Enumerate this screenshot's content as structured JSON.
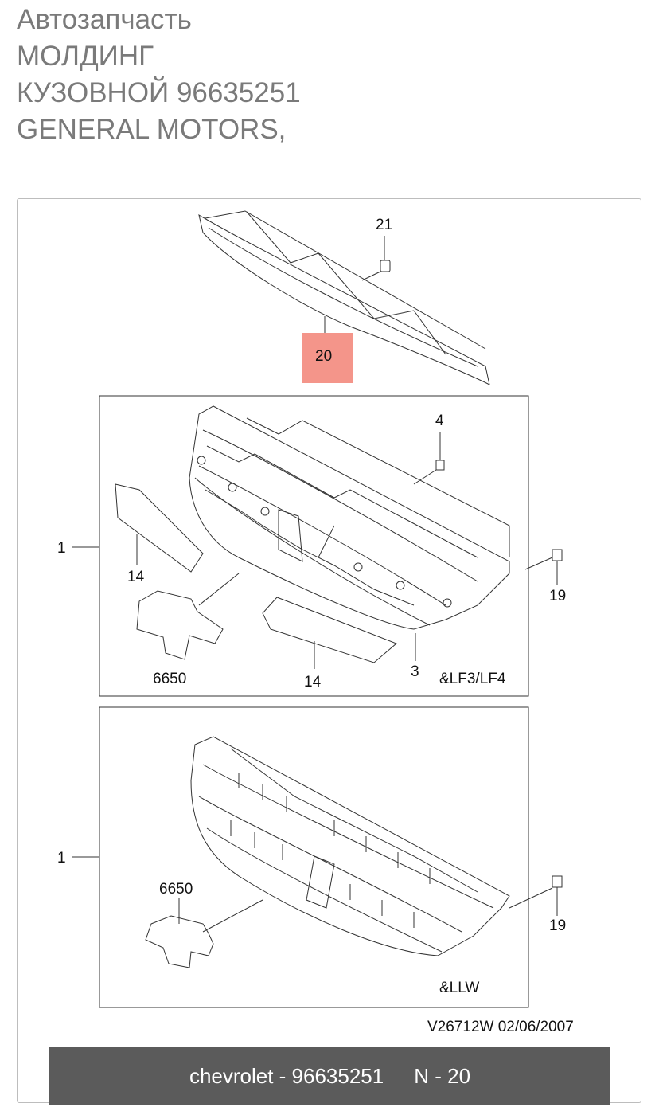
{
  "title_lines": [
    "Автозапчасть",
    "МОЛДИНГ",
    "КУЗОВНОЙ 96635251",
    "GENERAL MOTORS,"
  ],
  "diagram": {
    "callouts": {
      "part_21": "21",
      "part_20": "20",
      "part_4": "4",
      "part_1_top": "1",
      "part_14_left": "14",
      "part_19_top": "19",
      "part_6650_top": "6650",
      "part_14_bottom": "14",
      "part_3": "3",
      "variant_top": "&LF3/LF4",
      "part_1_bottom": "1",
      "part_6650_bottom": "6650",
      "part_19_bottom": "19",
      "variant_bottom": "&LLW"
    },
    "highlight_color": "#f4958a",
    "stamp": "V26712W  02/06/2007"
  },
  "footer": {
    "brand_part": "chevrolet - 96635251",
    "ref": "N - 20"
  }
}
